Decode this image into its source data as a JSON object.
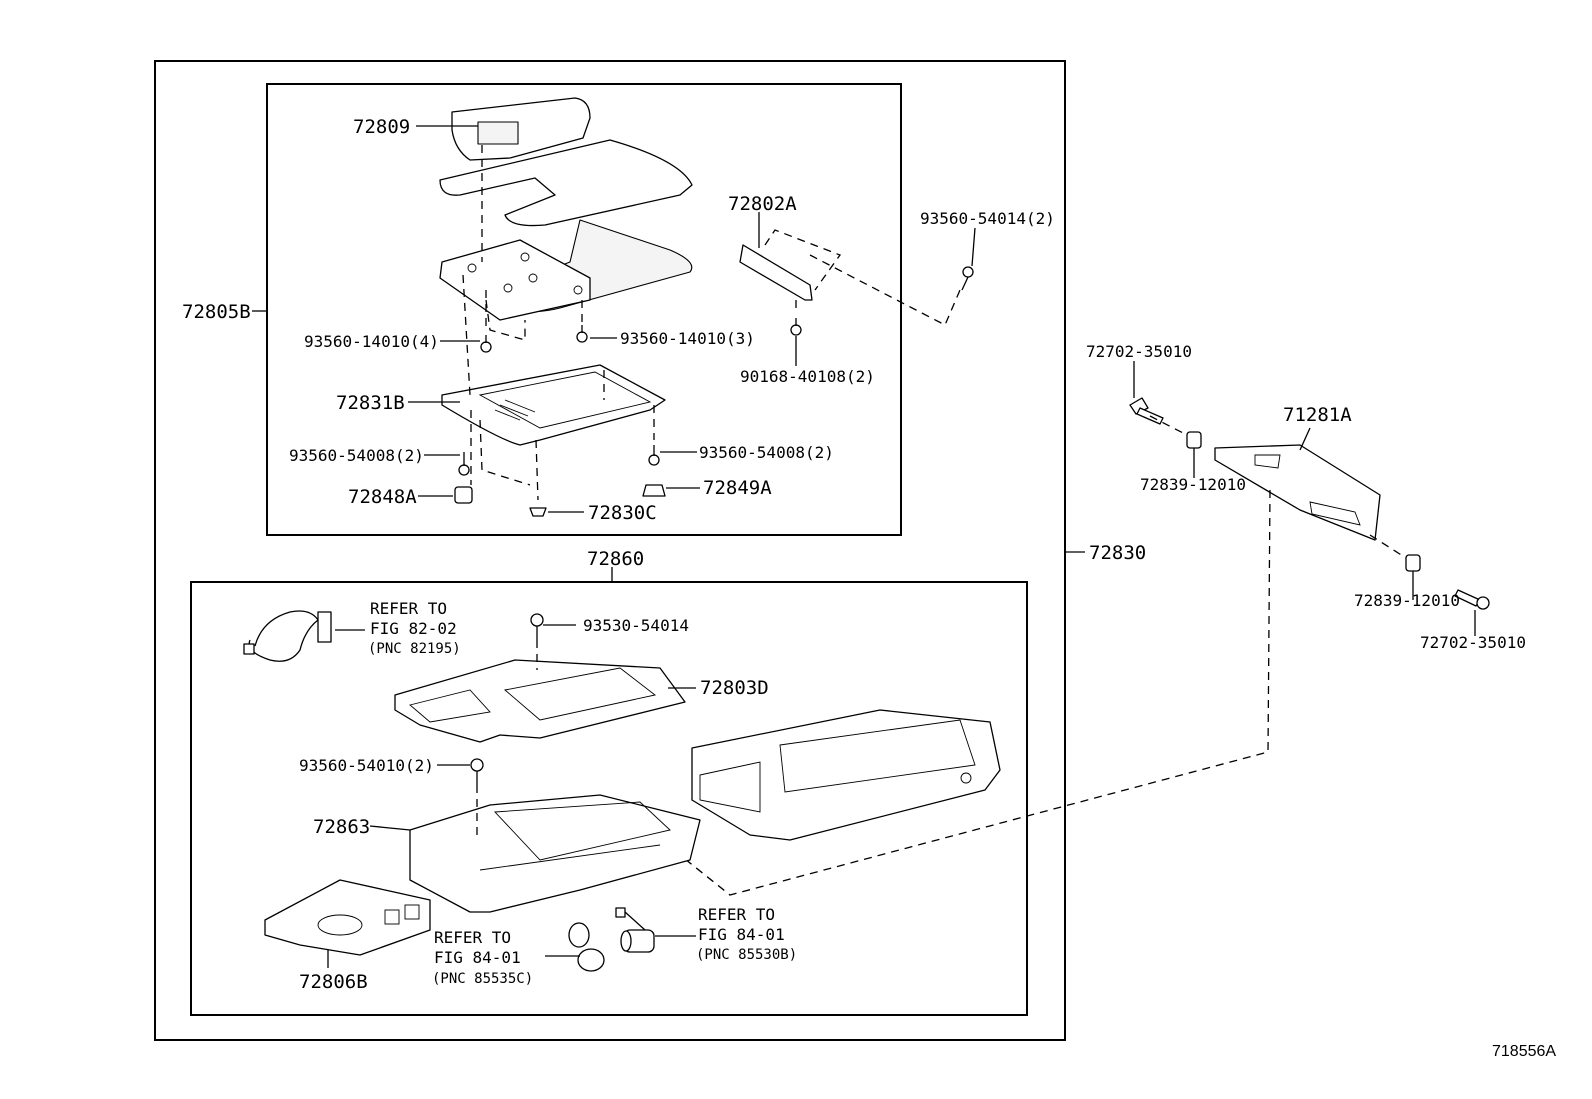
{
  "diagram_id": "718556A",
  "labels": {
    "p72809": "72809",
    "p72802A": "72802A",
    "p93560_54014_2": "93560-54014(2)",
    "p72805B": "72805B",
    "p93560_14010_4": "93560-14010(4)",
    "p93560_14010_3": "93560-14010(3)",
    "p90168_40108_2": "90168-40108(2)",
    "p72831B": "72831B",
    "p93560_54008_2_left": "93560-54008(2)",
    "p93560_54008_2_right": "93560-54008(2)",
    "p72848A": "72848A",
    "p72849A": "72849A",
    "p72830C": "72830C",
    "p72830": "72830",
    "p72860": "72860",
    "p72702_35010_top": "72702-35010",
    "p71281A": "71281A",
    "p72839_12010_top": "72839-12010",
    "p72839_12010_bottom": "72839-12010",
    "p72702_35010_bottom": "72702-35010",
    "p93530_54014": "93530-54014",
    "p72803D": "72803D",
    "p93560_54010_2": "93560-54010(2)",
    "p72863": "72863",
    "p72806B": "72806B"
  },
  "references": {
    "fig82": {
      "line1": "REFER TO",
      "line2": "FIG 82-02",
      "line3": "(PNC 82195)"
    },
    "fig84_right": {
      "line1": "REFER TO",
      "line2": "FIG 84-01",
      "line3": "(PNC 85530B)"
    },
    "fig84_left": {
      "line1": "REFER TO",
      "line2": "FIG 84-01",
      "line3": "(PNC 85535C)"
    }
  }
}
